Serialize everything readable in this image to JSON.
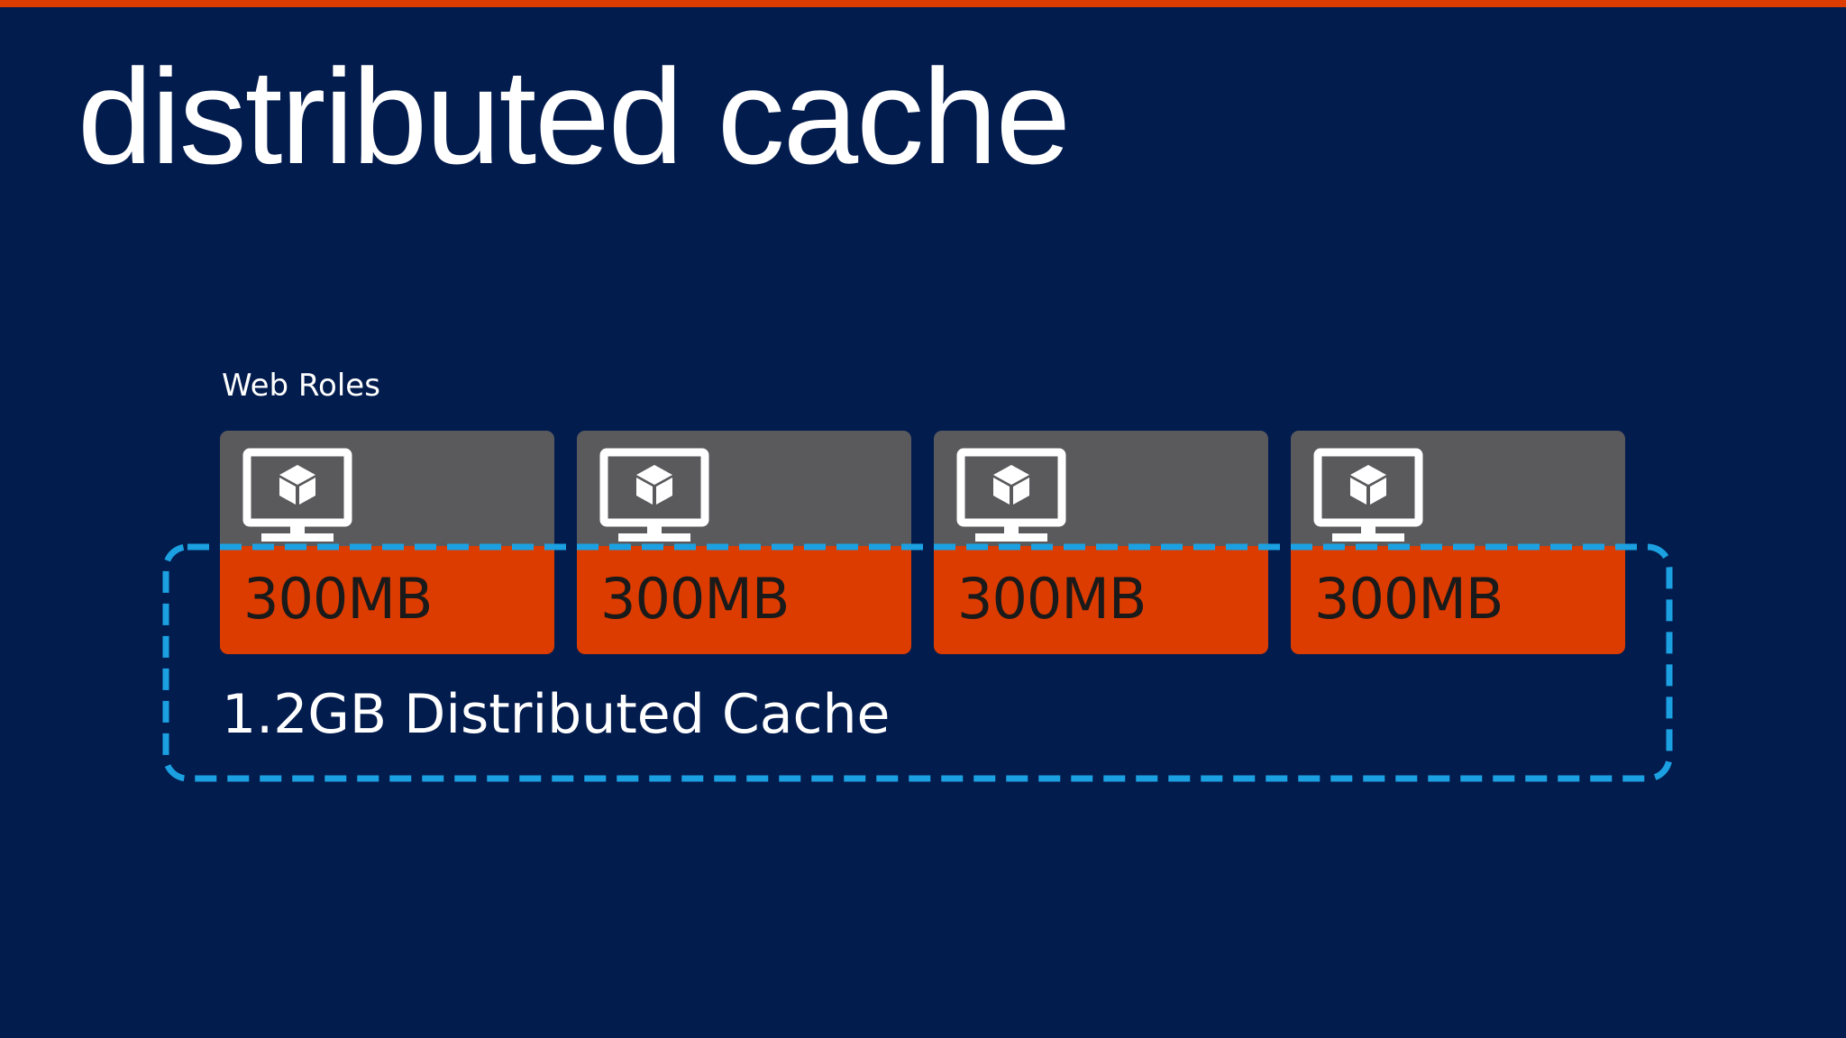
{
  "slide": {
    "title": "distributed cache",
    "colors": {
      "background": "#031c4e",
      "accent_bar": "#dc3c00",
      "role_top": "#5a5a5d",
      "role_cache": "#dc3c00",
      "cache_border": "#1ba1e2",
      "text": "#ffffff",
      "size_text": "#1a1a1a"
    }
  },
  "diagram": {
    "group_label": "Web Roles",
    "roles": [
      {
        "icon": "monitor-with-cube-icon",
        "cache_size": "300MB"
      },
      {
        "icon": "monitor-with-cube-icon",
        "cache_size": "300MB"
      },
      {
        "icon": "monitor-with-cube-icon",
        "cache_size": "300MB"
      },
      {
        "icon": "monitor-with-cube-icon",
        "cache_size": "300MB"
      }
    ],
    "cache_label": "1.2GB Distributed Cache"
  }
}
